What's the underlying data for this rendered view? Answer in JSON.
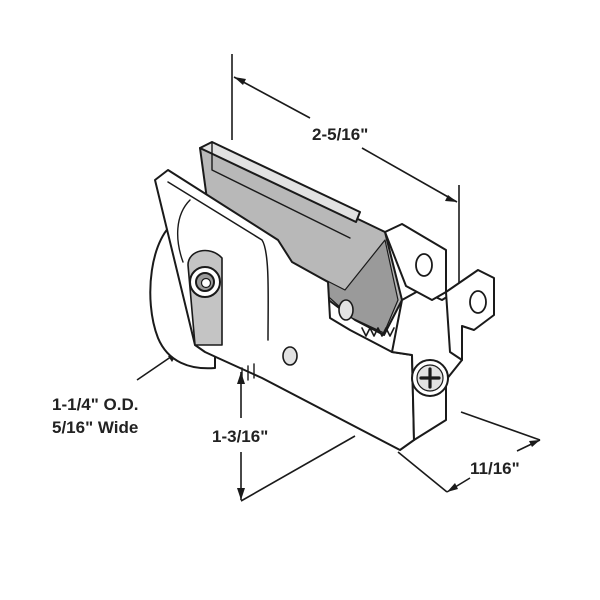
{
  "dimensions": {
    "length": "2-5/16\"",
    "height": "1-3/16\"",
    "width": "11/16\"",
    "wheel_od": "1-1/4\" O.D.",
    "wheel_width": "5/16\" Wide"
  },
  "colors": {
    "line": "#1a1a1a",
    "body_fill": "#ffffff",
    "shade_dark": "#9a9a9a",
    "shade_mid": "#c4c4c4",
    "shade_light": "#e2e2e2"
  }
}
